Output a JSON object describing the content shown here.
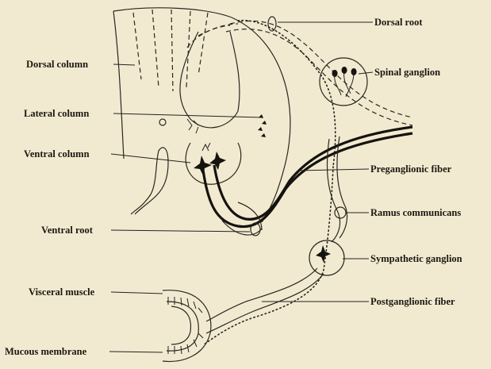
{
  "labels": {
    "dorsal_root": "Dorsal root",
    "spinal_ganglion": "Spinal ganglion",
    "dorsal_column": "Dorsal column",
    "lateral_column": "Lateral column",
    "ventral_column": "Ventral column",
    "preganglionic_fiber": "Preganglionic fiber",
    "ventral_root": "Ventral root",
    "ramus_communicans": "Ramus communicans",
    "sympathetic_ganglion": "Sympathetic ganglion",
    "visceral_muscle": "Visceral muscle",
    "postganglionic_fiber": "Postganglionic fiber",
    "mucous_membrane": "Mucous membrane"
  }
}
